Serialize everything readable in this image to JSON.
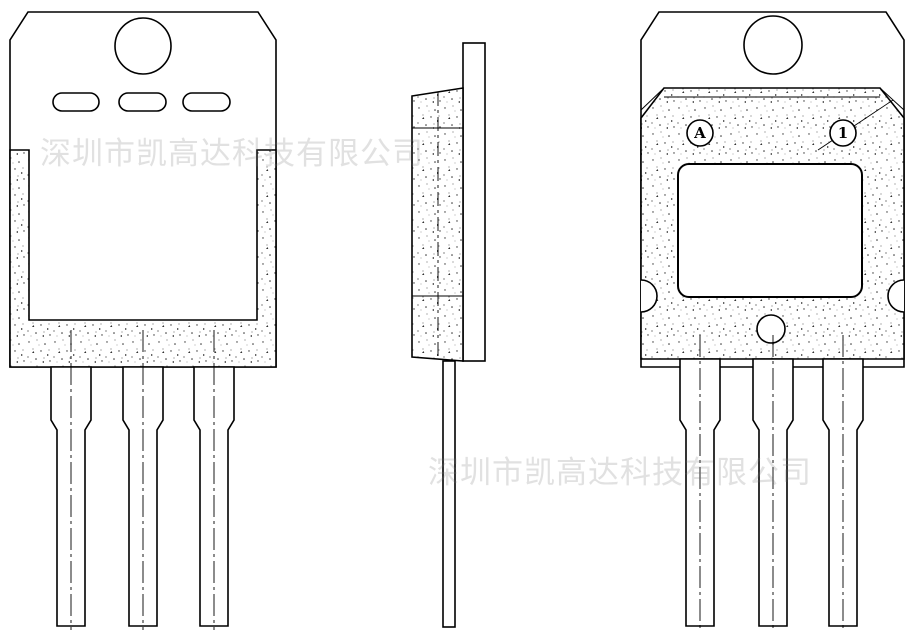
{
  "watermark": {
    "top_text": "深圳市凯高达科技有限公司",
    "bottom_text": "深圳市凯高达科技有限公司"
  },
  "markers": {
    "a_label": "A",
    "one_label": "1"
  },
  "colors": {
    "line": "#000000",
    "fill": "#ffffff",
    "speckle": "#333333",
    "watermark": "#8a8a8a"
  }
}
